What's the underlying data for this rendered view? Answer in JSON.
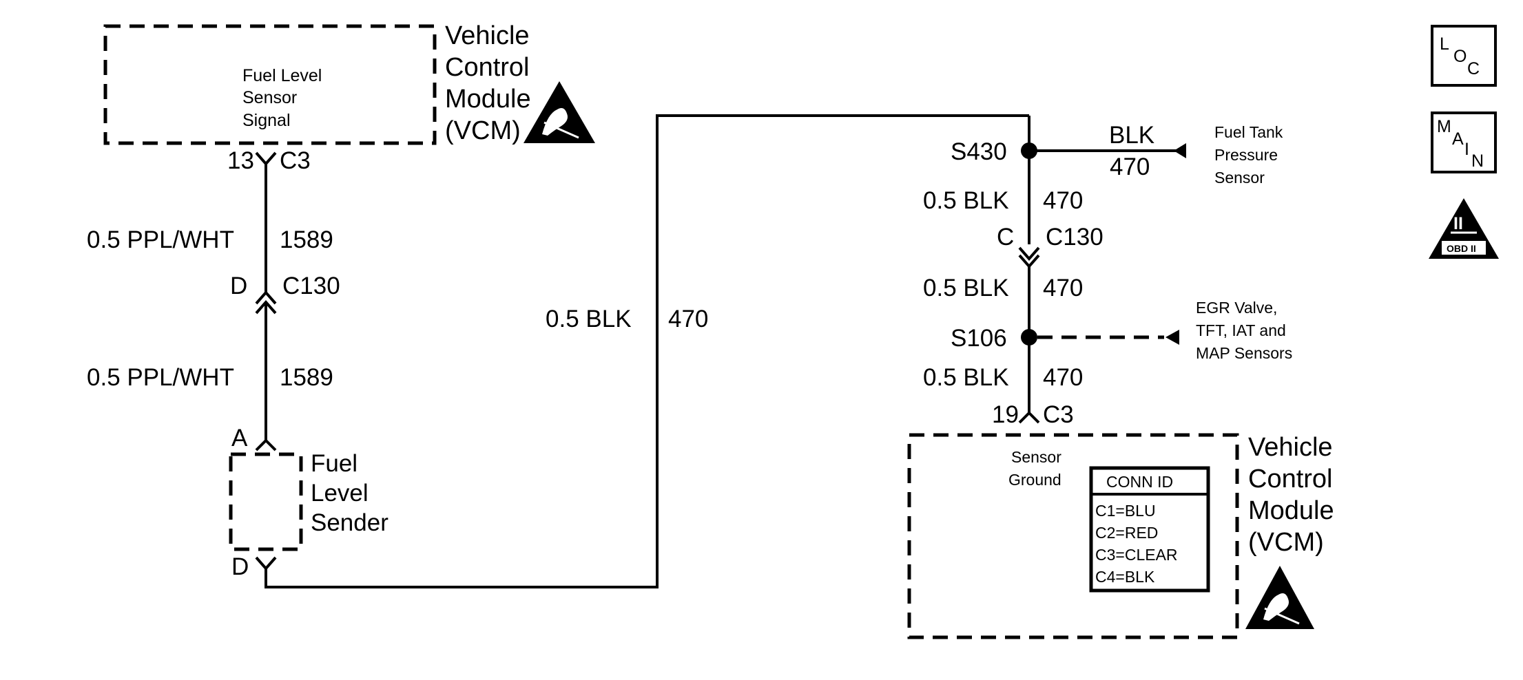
{
  "vcm_top": {
    "title_lines": [
      "Vehicle",
      "Control",
      "Module",
      "(VCM)"
    ],
    "signal_lines": [
      "Fuel Level",
      "Sensor",
      "Signal"
    ],
    "pin": "13",
    "connector": "C3"
  },
  "left_circuit": {
    "wire_upper": {
      "gauge_color": "0.5 PPL/WHT",
      "circuit": "1589"
    },
    "inline_connector": {
      "pin": "D",
      "id": "C130"
    },
    "wire_lower": {
      "gauge_color": "0.5 PPL/WHT",
      "circuit": "1589"
    }
  },
  "sender": {
    "title_lines": [
      "Fuel",
      "Level",
      "Sender"
    ],
    "pin_top": "A",
    "pin_bottom": "D"
  },
  "middle_wire": {
    "gauge_color": "0.5 BLK",
    "circuit": "470"
  },
  "right_circuit": {
    "splice_top": "S430",
    "branch_top": {
      "color": "BLK",
      "circuit": "470",
      "destination_lines": [
        "Fuel Tank",
        "Pressure",
        "Sensor"
      ]
    },
    "wire_1": {
      "gauge_color": "0.5 BLK",
      "circuit": "470"
    },
    "inline_connector": {
      "pin": "C",
      "id": "C130"
    },
    "wire_2": {
      "gauge_color": "0.5 BLK",
      "circuit": "470"
    },
    "splice_bottom": "S106",
    "branch_bottom": {
      "destination_lines": [
        "EGR Valve,",
        "TFT, IAT and",
        "MAP Sensors"
      ]
    },
    "wire_3": {
      "gauge_color": "0.5 BLK",
      "circuit": "470"
    },
    "pin": "19",
    "connector": "C3"
  },
  "vcm_bottom": {
    "title_lines": [
      "Vehicle",
      "Control",
      "Module",
      "(VCM)"
    ],
    "ground_lines": [
      "Sensor",
      "Ground"
    ],
    "conn_id": {
      "header": "CONN ID",
      "rows": [
        "C1=BLU",
        "C2=RED",
        "C3=CLEAR",
        "C4=BLK"
      ]
    }
  },
  "side_icons": {
    "loc": [
      "L",
      "O",
      "C"
    ],
    "main": [
      "M",
      "A",
      "I",
      "N"
    ],
    "obd": {
      "numeral": "II",
      "caption": "OBD II"
    }
  }
}
